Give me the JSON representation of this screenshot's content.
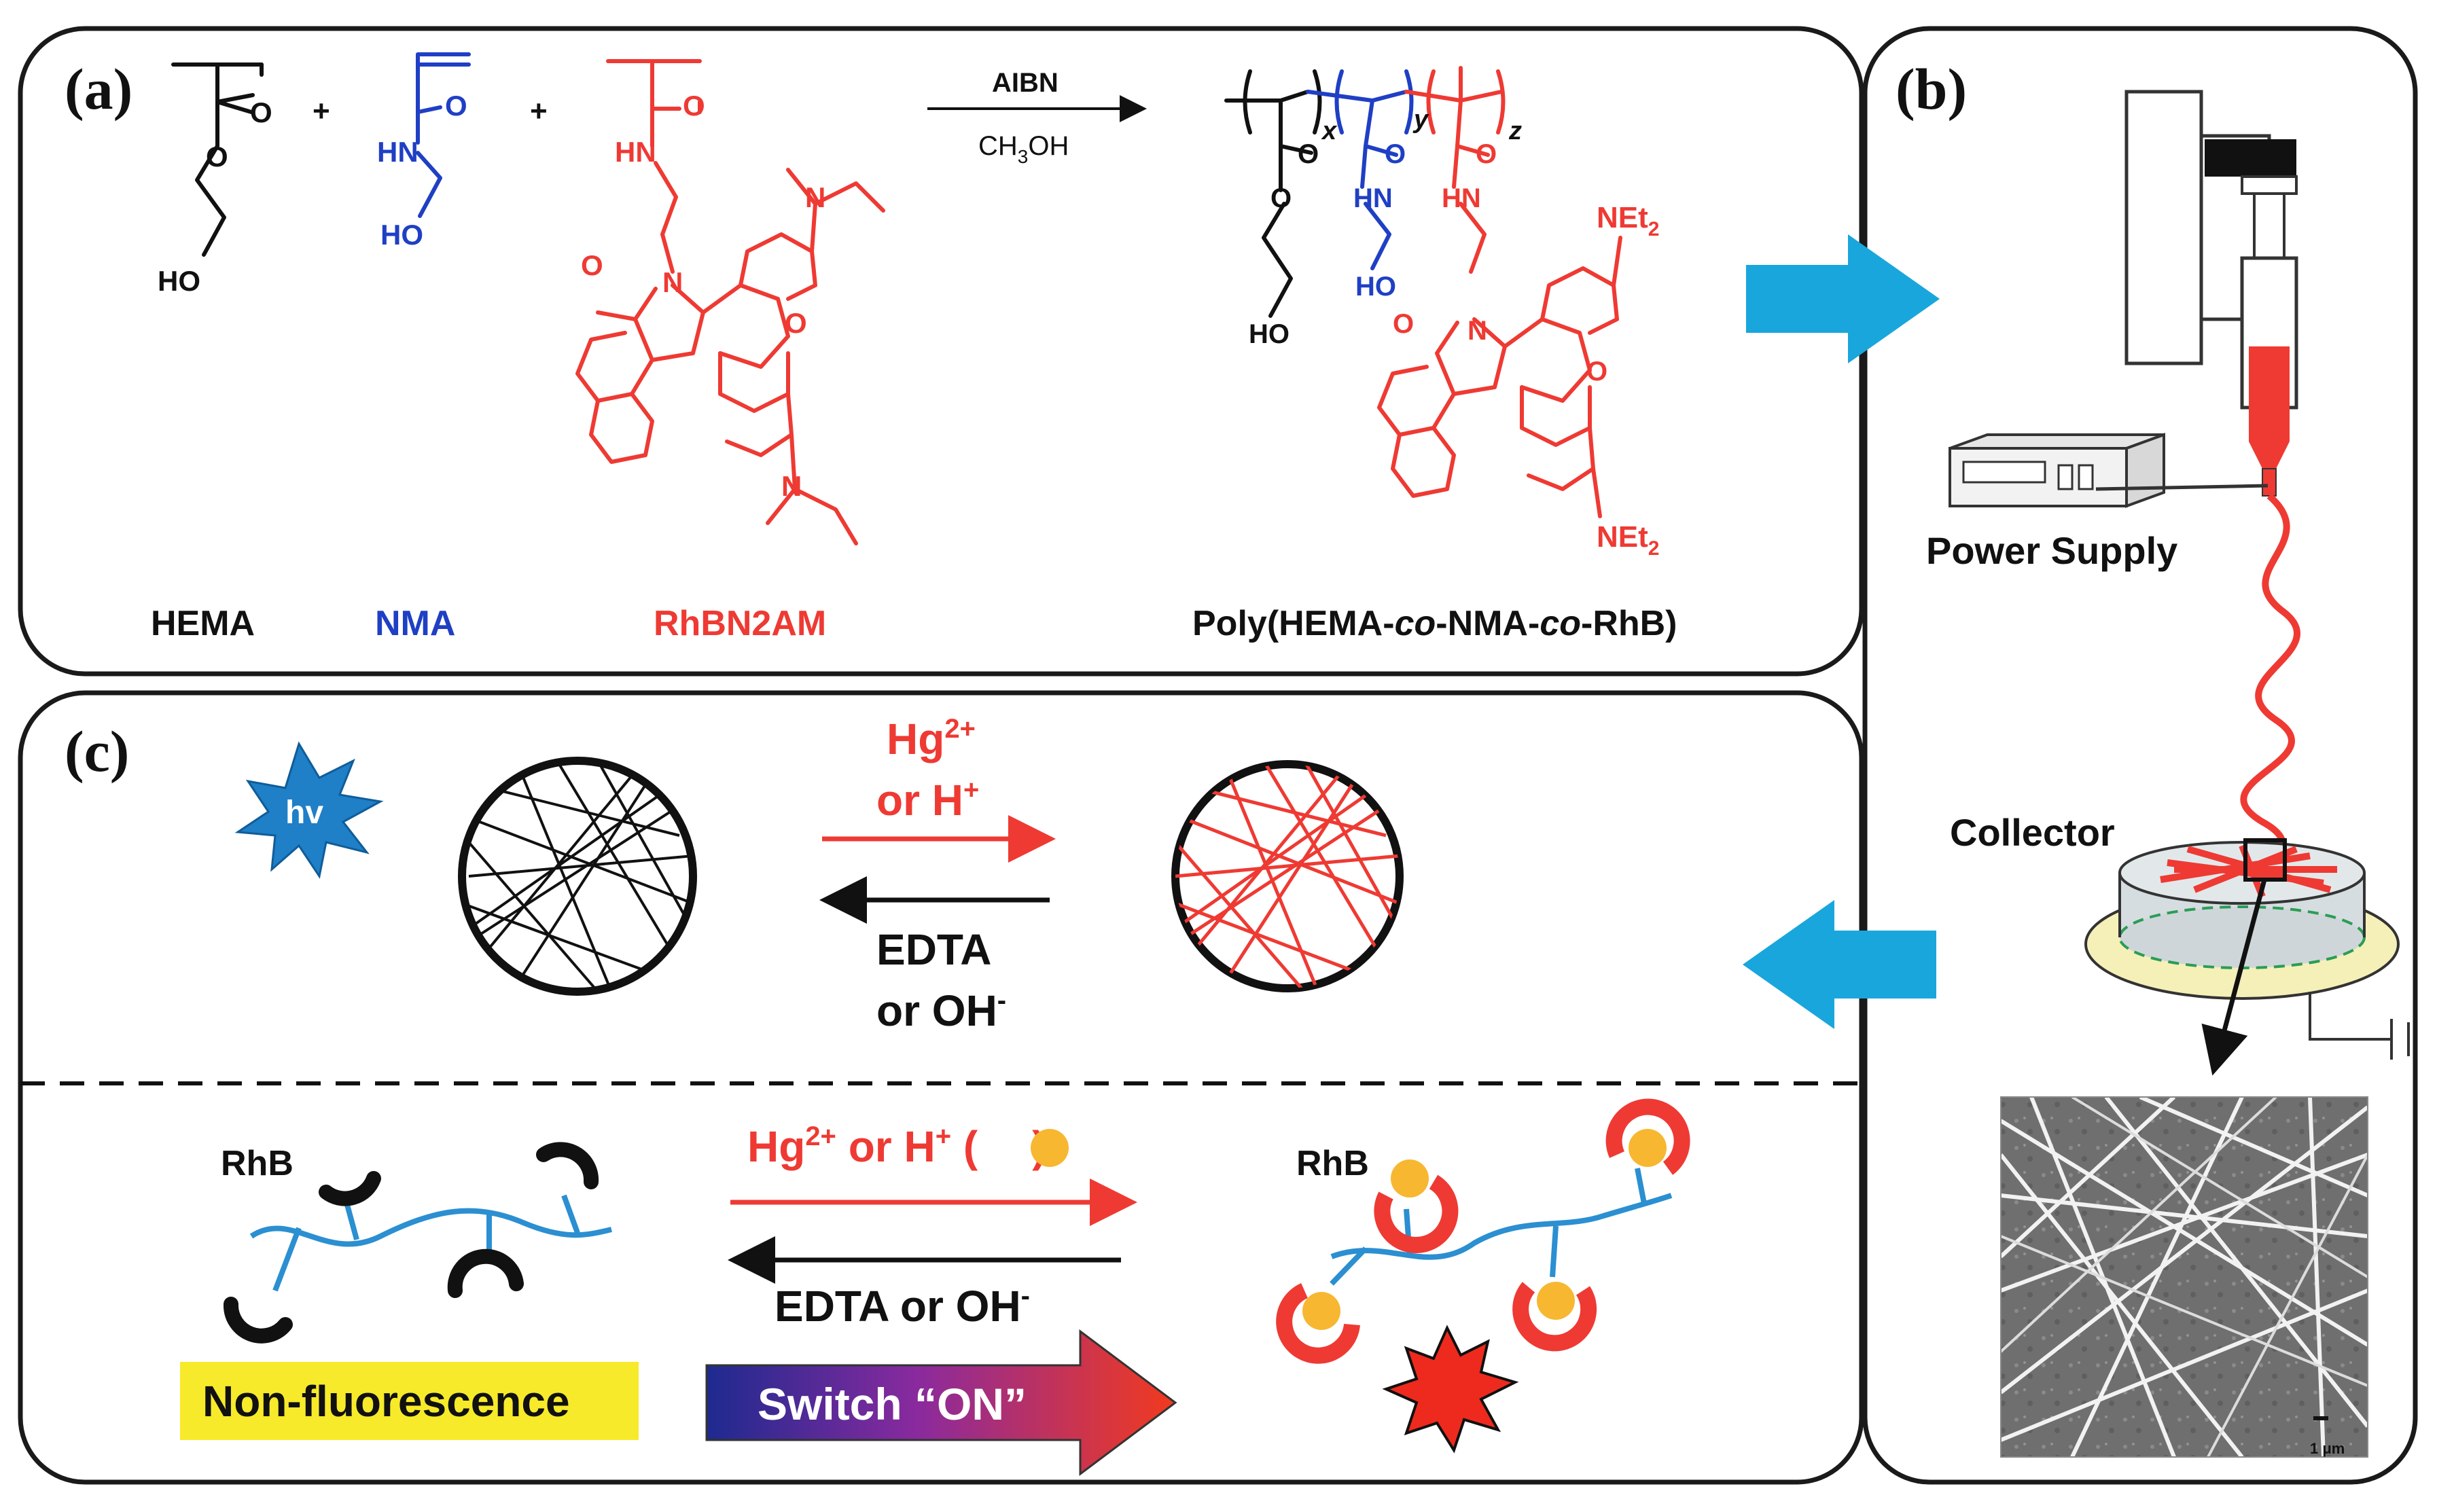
{
  "panels": {
    "a": {
      "label": "(a)"
    },
    "b": {
      "label": "(b)"
    },
    "c": {
      "label": "(c)"
    }
  },
  "reaction": {
    "plus": "+",
    "catalyst": "AIBN",
    "solvent": "CH",
    "solvent_sub": "3",
    "solvent_end": "OH"
  },
  "monomers": {
    "hema": {
      "name": "HEMA",
      "O": "O",
      "HO": "HO",
      "ring_O": "O",
      "color": "#111111"
    },
    "nma": {
      "name": "NMA",
      "O": "O",
      "HN": "HN",
      "HO": "HO",
      "color": "#1f3fc4"
    },
    "rhb": {
      "name": "RhBN2AM",
      "O": "O",
      "HN": "HN",
      "N": "N",
      "O2": "O",
      "Ox": "O",
      "color": "#ee3a33"
    }
  },
  "polymer": {
    "name_pre": "Poly(HEMA-",
    "co1": "co",
    "mid": "-NMA-",
    "co2": "co",
    "name_end": "-RhB)",
    "x": "x",
    "y": "y",
    "z": "z",
    "net2_top": "NEt",
    "net2_bottom": "NEt",
    "sub2": "2",
    "O": "O",
    "HN": "HN",
    "HO": "HO",
    "N": "N"
  },
  "setup": {
    "power_supply": "Power Supply",
    "collector": "Collector",
    "scale_bar": "1 μm"
  },
  "sensing": {
    "hv": "hv",
    "top_forward": "Hg",
    "top_forward_sup": "2+",
    "top_forward2": "or H",
    "top_forward2_sup": "+",
    "top_reverse1": "EDTA",
    "top_reverse2": "or OH",
    "top_reverse2_sup": "-",
    "rhb_left": "RhB",
    "rhb_right": "RhB",
    "bottom_forward": "Hg",
    "bottom_forward_sup": "2+",
    "bottom_forward_mid": " or H",
    "bottom_forward_sup2": "+",
    "bottom_forward_paren_open": " (",
    "bottom_forward_paren_close": ")",
    "bottom_reverse": "EDTA or OH",
    "bottom_reverse_sup": "-",
    "non_fluorescence": "Non-fluorescence",
    "switch_on": "Switch “ON”"
  },
  "colors": {
    "red": "#ee3a33",
    "blue": "#1f3fc4",
    "arrow_cyan": "#19a6dc",
    "fiber_blue": "#2b8fd1",
    "highlight_yellow": "#f7ea2a",
    "ion_orange": "#f7b731"
  }
}
